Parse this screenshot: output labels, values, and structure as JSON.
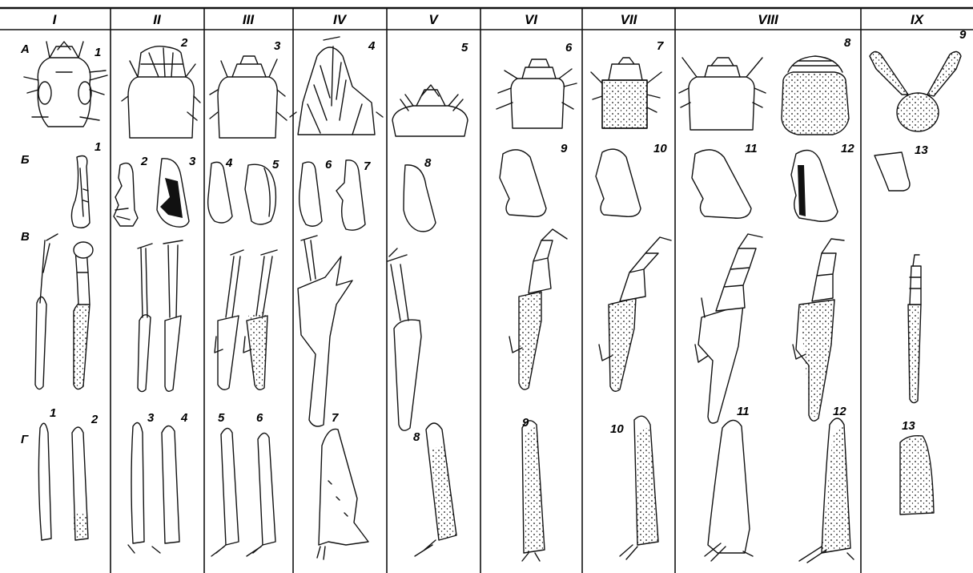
{
  "columns": [
    "I",
    "II",
    "III",
    "IV",
    "V",
    "VI",
    "VII",
    "VIII",
    "IX"
  ],
  "rows": [
    "А",
    "Б",
    "В",
    "Г"
  ],
  "row_A_numbers": [
    "1",
    "2",
    "3",
    "4",
    "5",
    "6",
    "7",
    "8",
    "9"
  ],
  "row_B_numbers": [
    "1",
    "2",
    "3",
    "4",
    "5",
    "6",
    "7",
    "8",
    "9",
    "10",
    "11",
    "12",
    "13"
  ],
  "row_G_numbers": [
    "1",
    "2",
    "3",
    "4",
    "5",
    "6",
    "7",
    "8",
    "9",
    "10",
    "11",
    "12",
    "13"
  ]
}
